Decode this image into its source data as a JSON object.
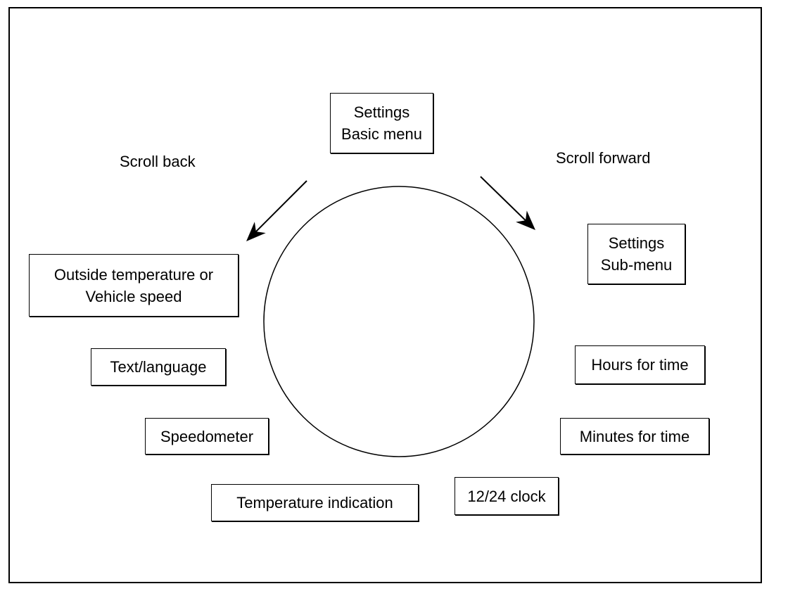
{
  "labels": {
    "scroll_back": "Scroll back",
    "scroll_forward": "Scroll forward"
  },
  "boxes": {
    "settings_basic": "Settings\nBasic menu",
    "settings_sub": "Settings\nSub-menu",
    "outside_temp": "Outside temperature or\nVehicle speed",
    "text_language": "Text/language",
    "speedometer": "Speedometer",
    "temperature_indication": "Temperature indication",
    "hours_for_time": "Hours for time",
    "minutes_for_time": "Minutes for time",
    "clock_12_24": "12/24 clock"
  }
}
